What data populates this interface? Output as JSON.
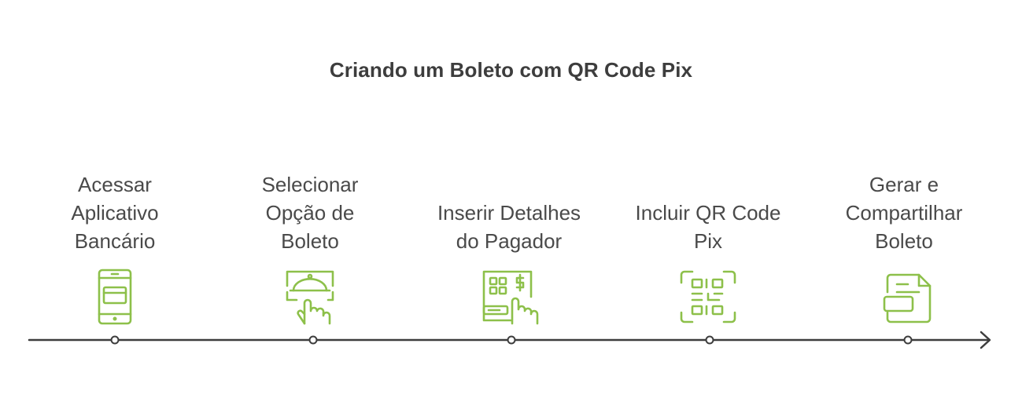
{
  "title": "Criando um Boleto com QR Code Pix",
  "accent_color": "#8dc04a",
  "line_color": "#3d3d3d",
  "steps": [
    {
      "lines": [
        "Acessar",
        "Aplicativo",
        "Bancário"
      ],
      "icon": "smartphone-card-icon"
    },
    {
      "lines": [
        "Selecionar",
        "Opção de",
        "Boleto"
      ],
      "icon": "touch-select-cloche-icon"
    },
    {
      "lines": [
        "Inserir Detalhes",
        "do Pagador"
      ],
      "icon": "keypad-payment-icon"
    },
    {
      "lines": [
        "Incluir QR Code",
        "Pix"
      ],
      "icon": "qr-code-scan-icon"
    },
    {
      "lines": [
        "Gerar e",
        "Compartilhar",
        "Boleto"
      ],
      "icon": "document-boleto-icon"
    }
  ]
}
